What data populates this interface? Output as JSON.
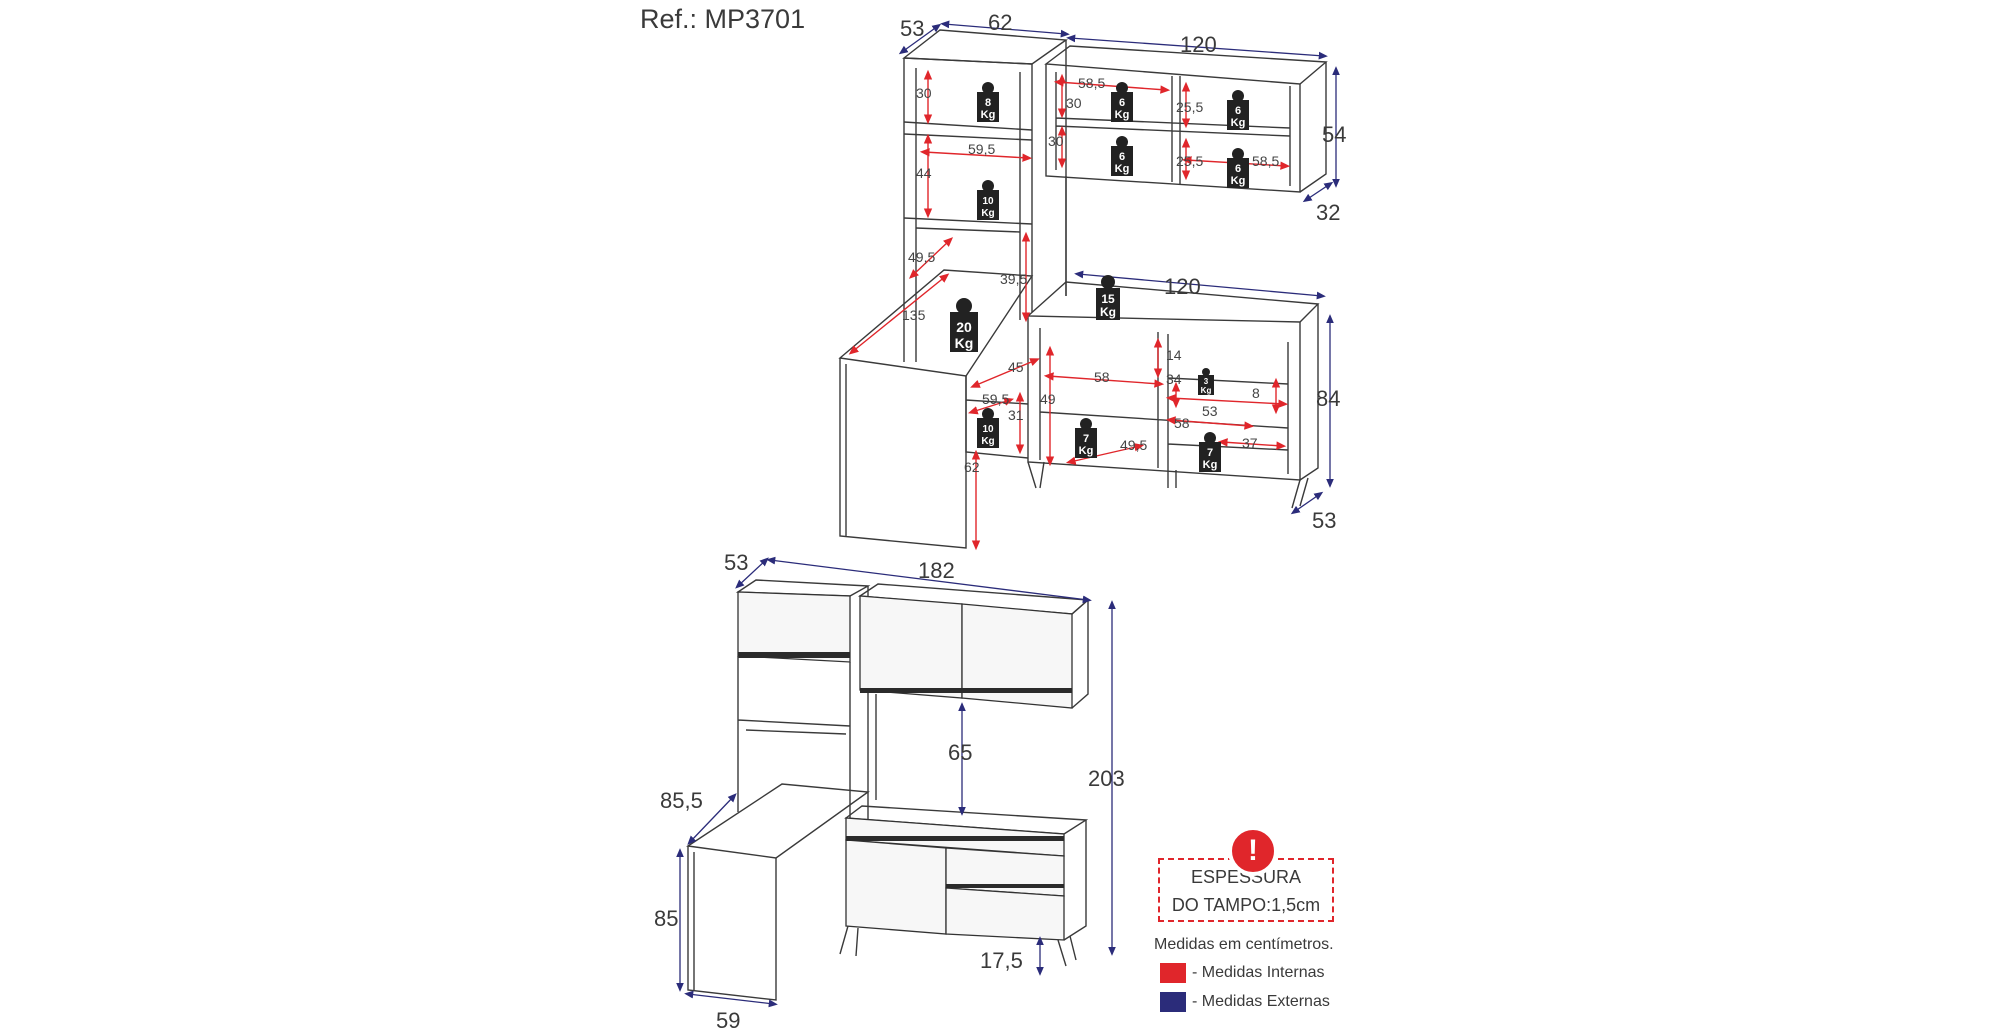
{
  "reference": "Ref.: MP3701",
  "top_view": {
    "outer": {
      "w53": "53",
      "w62": "62",
      "w120_top": "120",
      "h54": "54",
      "d32": "32",
      "w120_mid": "120",
      "h84": "84",
      "d53": "53"
    },
    "inner": {
      "i30a": "30",
      "i44": "44",
      "i59_5a": "59,5",
      "i49_5a": "49,5",
      "i39_5": "39,5",
      "i135": "135",
      "i58_5a": "58,5",
      "i30b": "30",
      "i30c": "30",
      "i25_5a": "25,5",
      "i25_5b": "25,5",
      "i58_5b": "58,5",
      "i14": "14",
      "i45": "45",
      "i58a": "58",
      "i34": "34",
      "i8": "8",
      "i53": "53",
      "i59_5b": "59,5",
      "i31": "31",
      "i49": "49",
      "i58b": "58",
      "i49_5b": "49,5",
      "i37": "37",
      "i62": "62"
    },
    "loads": {
      "l8": [
        "8",
        "Kg"
      ],
      "l10a": [
        "10",
        "Kg"
      ],
      "l20": [
        "20",
        "Kg"
      ],
      "l6a": [
        "6",
        "Kg"
      ],
      "l6b": [
        "6",
        "Kg"
      ],
      "l6c": [
        "6",
        "Kg"
      ],
      "l6d": [
        "6",
        "Kg"
      ],
      "l15": [
        "15",
        "Kg"
      ],
      "l3": [
        "3",
        "Kg"
      ],
      "l10b": [
        "10",
        "Kg"
      ],
      "l7a": [
        "7",
        "Kg"
      ],
      "l7b": [
        "7",
        "Kg"
      ]
    }
  },
  "front_view": {
    "w53": "53",
    "w182": "182",
    "h65": "65",
    "h203": "203",
    "h85_5": "85,5",
    "h85": "85",
    "w59": "59",
    "h17_5": "17,5"
  },
  "warning": {
    "line1": "ESPESSURA",
    "line2": "DO TAMPO:1,5cm"
  },
  "legend": {
    "note": "Medidas em centímetros.",
    "internal": "- Medidas Internas",
    "external": "- Medidas Externas",
    "internal_color": "#e0262b",
    "external_color": "#2b2c7a"
  }
}
